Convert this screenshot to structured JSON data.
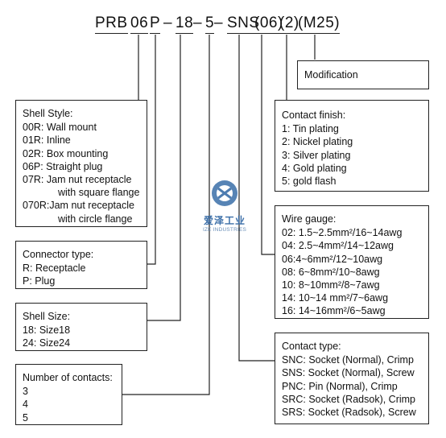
{
  "part_code": {
    "segments": [
      "PRB",
      "06",
      "P",
      "–",
      "18",
      "–",
      "5",
      "–",
      "SNS",
      "(06)",
      "(2)",
      "(M25)"
    ]
  },
  "modification": {
    "title": "Modification"
  },
  "contact_finish": {
    "title": "Contact finish:",
    "items": [
      "1: Tin plating",
      "2: Nickel plating",
      "3: Silver plating",
      "4: Gold plating",
      "5: gold flash"
    ]
  },
  "wire_gauge": {
    "title": "Wire gauge:",
    "items": [
      "02: 1.5~2.5mm²/16~14awg",
      "04: 2.5~4mm²/14~12awg",
      "06:4~6mm²/12~10awg",
      "08: 6~8mm²/10~8awg",
      "10: 8~10mm²/8~7awg",
      "14: 10~14 mm²/7~6awg",
      "16: 14~16mm²/6~5awg"
    ]
  },
  "contact_type": {
    "title": "Contact type:",
    "items": [
      "SNC: Socket (Normal), Crimp",
      "SNS: Socket (Normal), Screw",
      "PNC: Pin (Normal), Crimp",
      "SRC: Socket (Radsok), Crimp",
      "SRS: Socket (Radsok), Screw"
    ]
  },
  "shell_style": {
    "title": "Shell Style:",
    "items": [
      "00R: Wall mount",
      "01R: Inline",
      "02R: Box mounting",
      "06P: Straight plug",
      "07R: Jam nut receptacle",
      "with square flange",
      "070R:Jam nut receptacle",
      "with circle flange"
    ]
  },
  "connector_type": {
    "title": "Connector type:",
    "items": [
      "R: Receptacle",
      "P: Plug"
    ]
  },
  "shell_size": {
    "title": "Shell Size:",
    "items": [
      "18: Size18",
      "24: Size24"
    ]
  },
  "contacts_count": {
    "title": "Number of contacts:",
    "items": [
      "3",
      "4",
      "5"
    ]
  },
  "watermark": {
    "name_cn": "爱泽工业",
    "name_en": "IZE INDUSTRIES",
    "colors": [
      "#3a6ea8",
      "#6a8fb8"
    ]
  }
}
